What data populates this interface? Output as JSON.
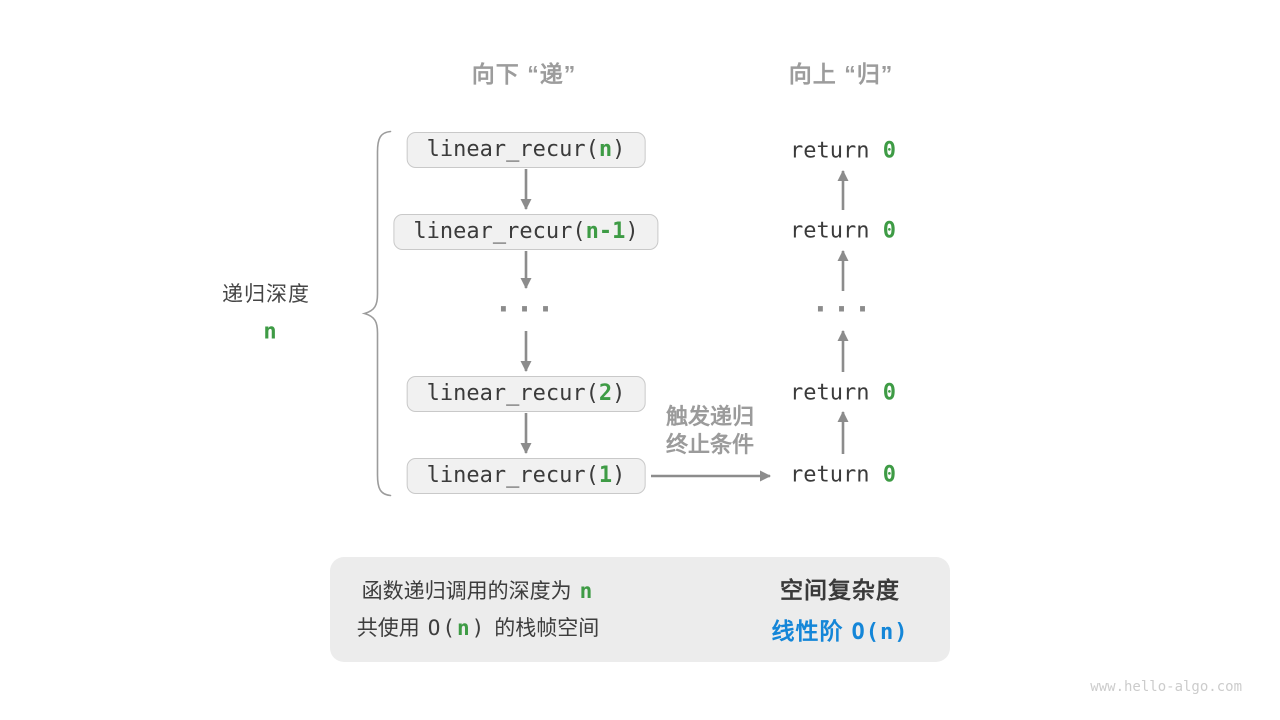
{
  "colors": {
    "green": "#3E9B45",
    "blue": "#1486D8",
    "arrow": "#8C8C8C",
    "soft-gray": "#9C9C9C",
    "box-fill": "#F1F1F1",
    "box-border": "#C9C9C9",
    "panel": "#ECECEC"
  },
  "headers": {
    "down": "向下 “递”",
    "up": "向上 “归”"
  },
  "depth": {
    "label": "递归深度",
    "value": "n"
  },
  "calls": [
    {
      "prefix": "linear_recur(",
      "arg": "n",
      "suffix": ")"
    },
    {
      "prefix": "linear_recur(",
      "arg": "n-1",
      "suffix": ")"
    },
    {
      "prefix": "linear_recur(",
      "arg": "2",
      "suffix": ")"
    },
    {
      "prefix": "linear_recur(",
      "arg": "1",
      "suffix": ")"
    }
  ],
  "returns": [
    {
      "prefix": "return ",
      "value": "0"
    },
    {
      "prefix": "return ",
      "value": "0"
    },
    {
      "prefix": "return ",
      "value": "0"
    },
    {
      "prefix": "return ",
      "value": "0"
    }
  ],
  "ellipsis": "···",
  "trigger": {
    "line1": "触发递归",
    "line2": "终止条件"
  },
  "summary": {
    "left": {
      "l1_text": "函数递归调用的深度为",
      "l1_n": "n",
      "l2_pre": "共使用",
      "l2_code_open": "O(",
      "l2_n": "n",
      "l2_code_close": ")",
      "l2_post": "的栈帧空间"
    },
    "right": {
      "title": "空间复杂度",
      "result_cn": "线性阶",
      "result_code": "O(n)"
    }
  },
  "watermark": "www.hello-algo.com"
}
